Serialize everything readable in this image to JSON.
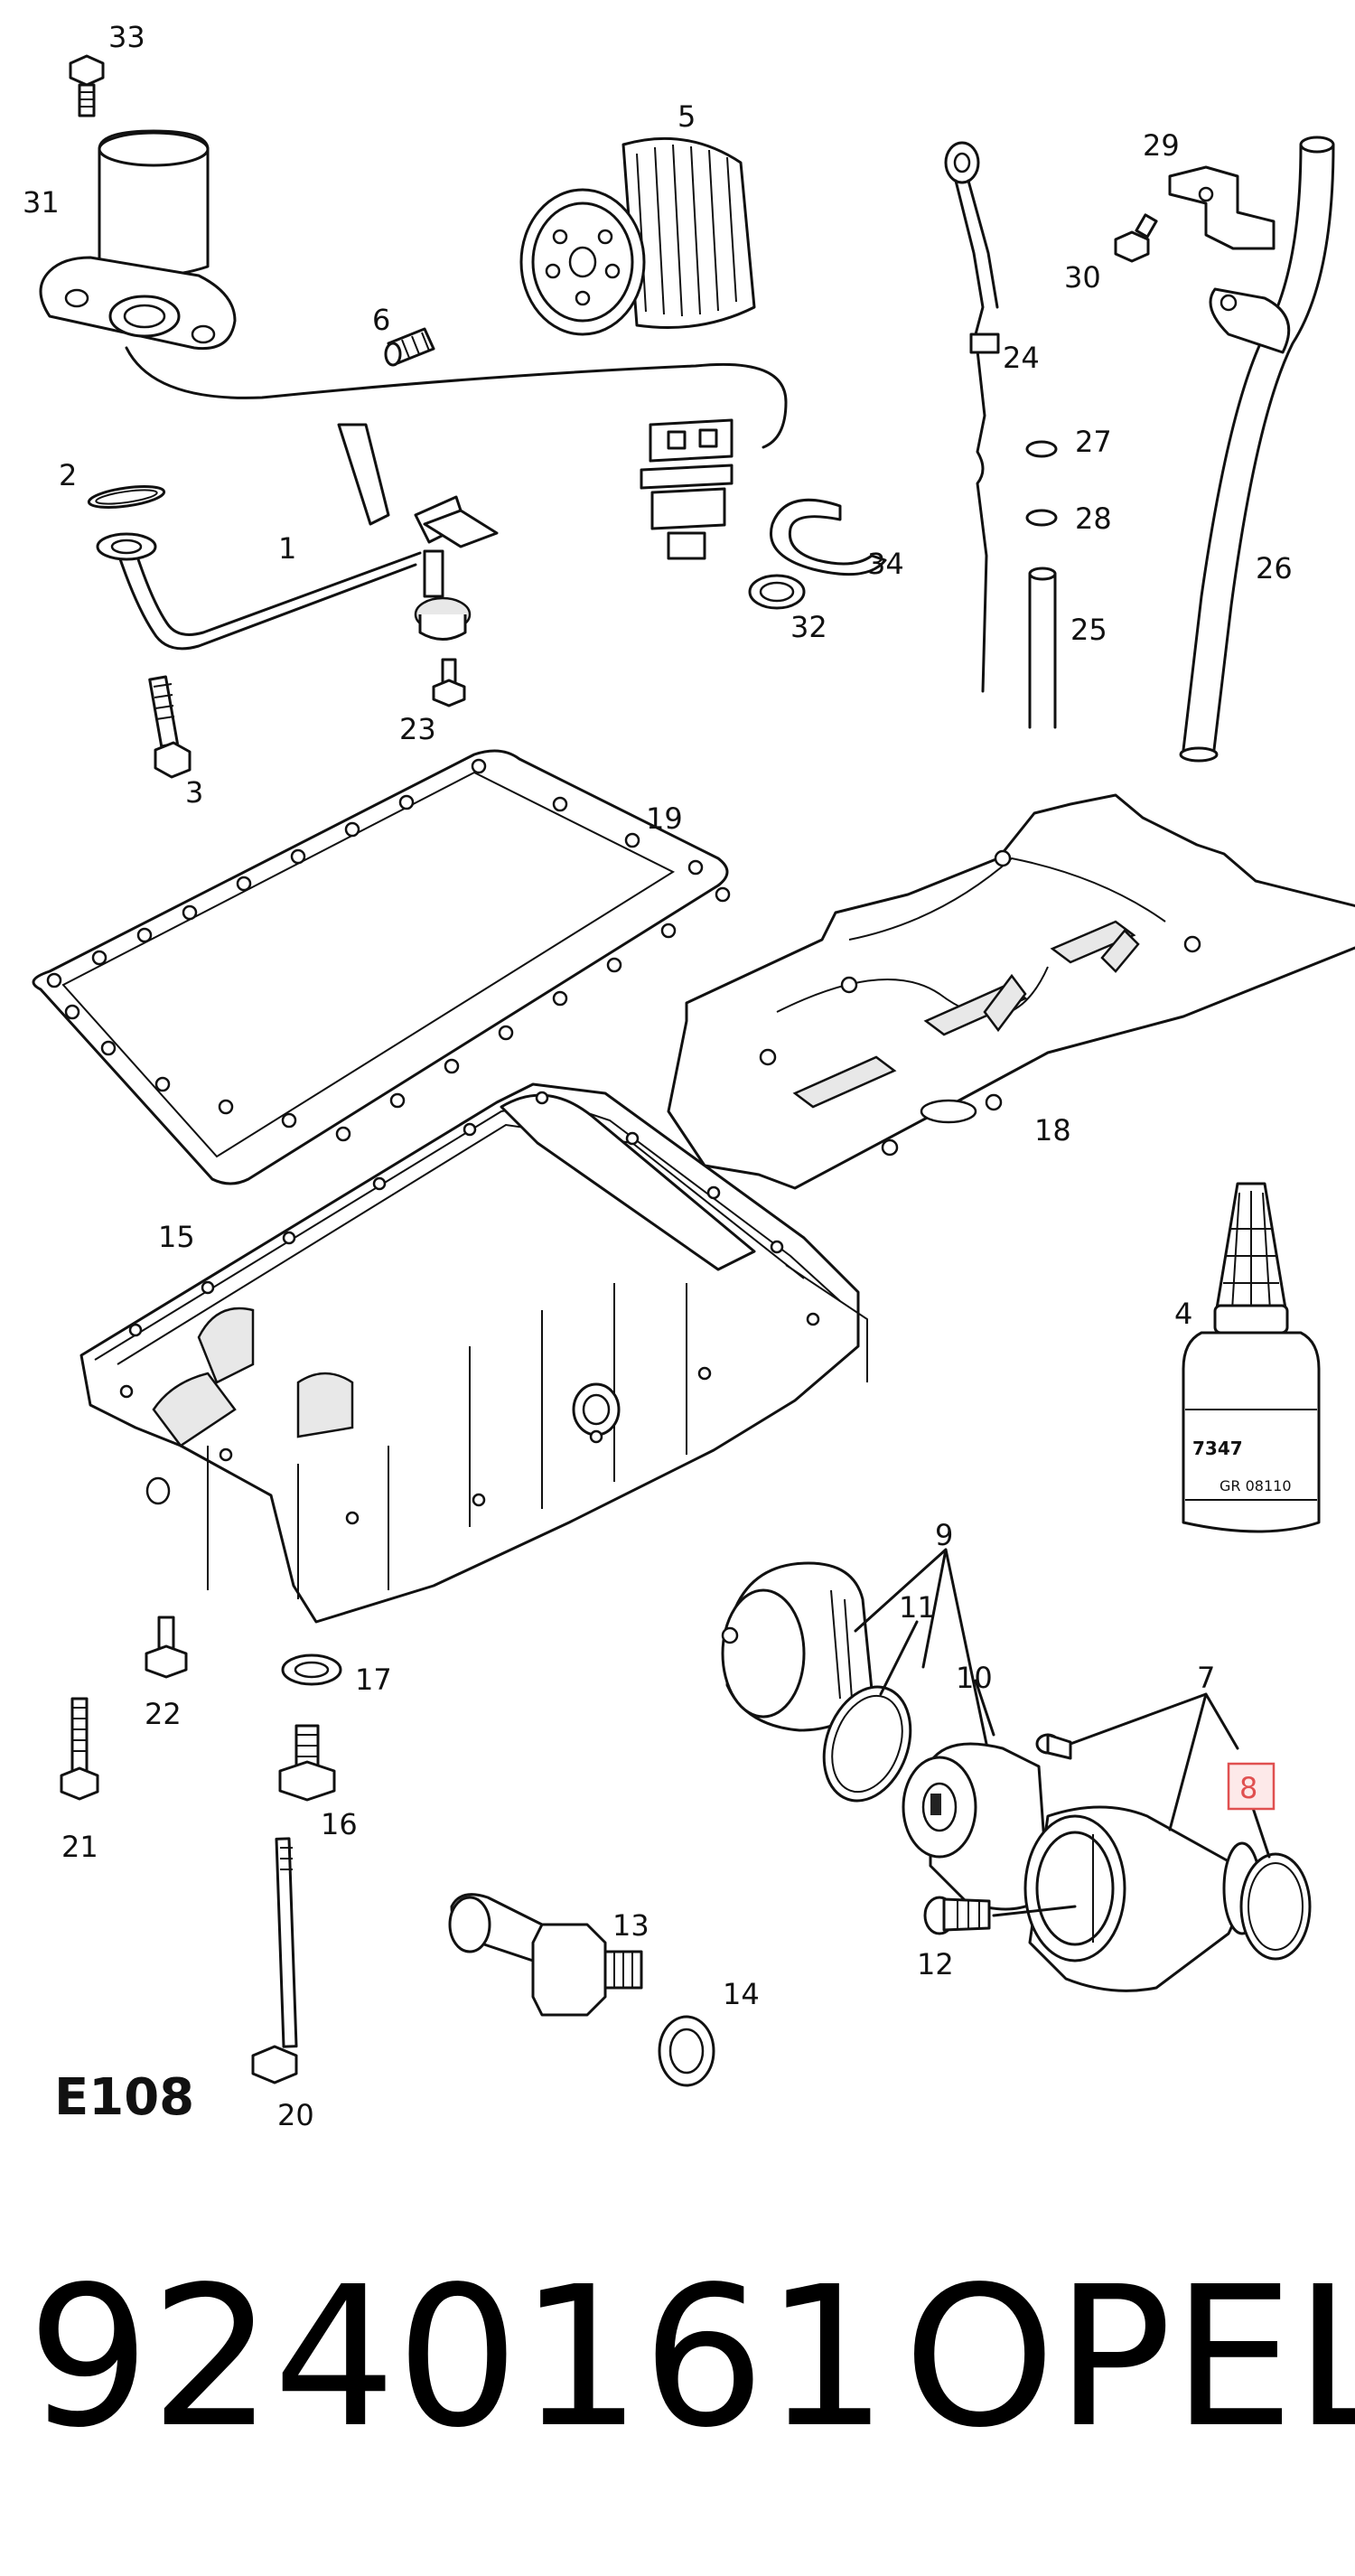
{
  "callouts": {
    "c1": "1",
    "c2": "2",
    "c3": "3",
    "c4": "4",
    "c5": "5",
    "c6": "6",
    "c7": "7",
    "c8": "8",
    "c9": "9",
    "c10": "10",
    "c11": "11",
    "c12": "12",
    "c13": "13",
    "c14": "14",
    "c15": "15",
    "c16": "16",
    "c17": "17",
    "c18": "18",
    "c19": "19",
    "c20": "20",
    "c21": "21",
    "c22": "22",
    "c23": "23",
    "c24": "24",
    "c25": "25",
    "c26": "26",
    "c27": "27",
    "c28": "28",
    "c29": "29",
    "c30": "30",
    "c31": "31",
    "c32": "32",
    "c33": "33",
    "c34": "34"
  },
  "highlighted_callout": "8",
  "bottle_label": {
    "line1": "7347",
    "line2": "GR 08110"
  },
  "diagram_code": "E108",
  "part_number": "9240161",
  "brand": "OPEL",
  "colors": {
    "highlight_border": "#e05050",
    "highlight_fill": "#fde9e9",
    "ink": "#111111"
  }
}
